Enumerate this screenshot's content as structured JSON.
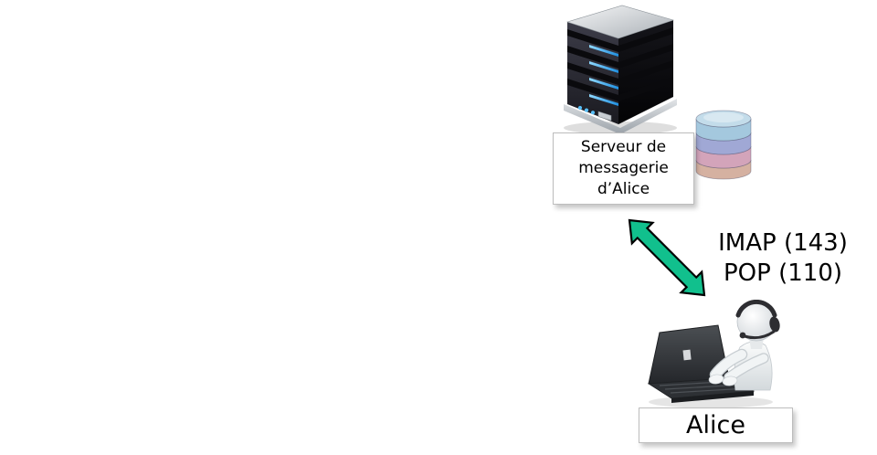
{
  "diagram": {
    "server_label": {
      "line1": "Serveur de",
      "line2": "messagerie",
      "line3": "d’Alice"
    },
    "protocol_label": {
      "line1": "IMAP (143)",
      "line2": "POP (110)"
    },
    "client_label": "Alice",
    "colors": {
      "arrow_green": "#11C08D",
      "led_blue": "#57BDF5",
      "db_top": "#C3DCEA",
      "db_blue": "#A4C8DE",
      "db_purple": "#A0A8D5",
      "db_pink": "#D3A4BA",
      "db_tan": "#D5B1A1"
    }
  }
}
